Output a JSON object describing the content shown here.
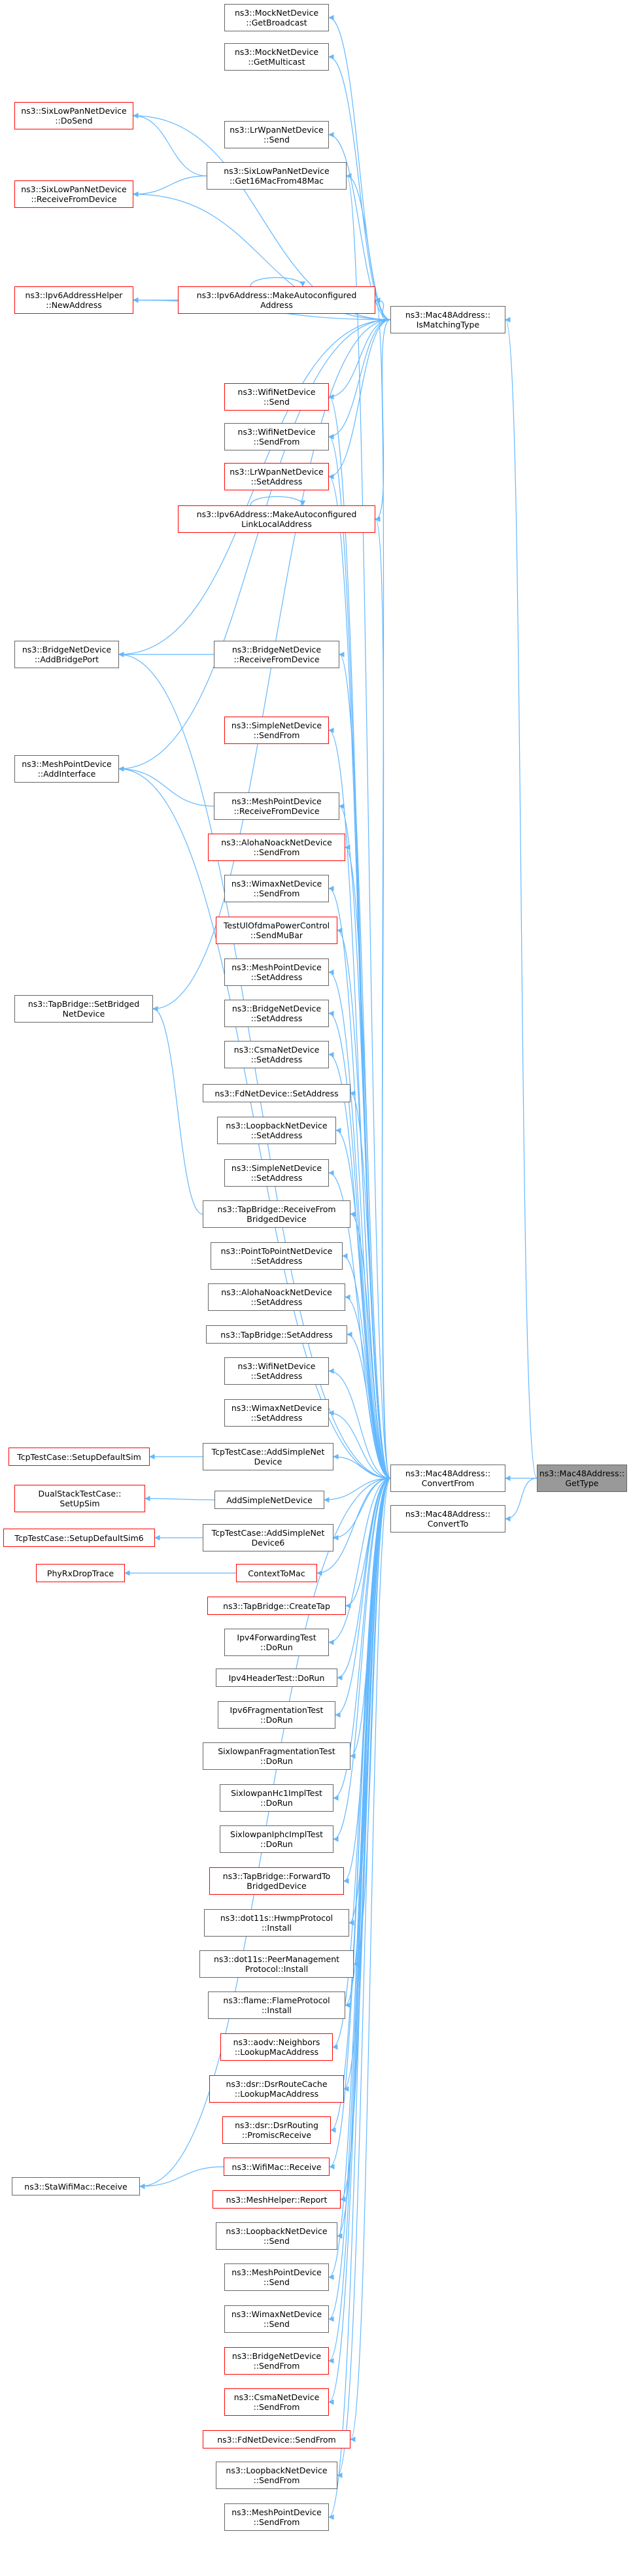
{
  "colors": {
    "edge": "#63b8ff",
    "border_default": "#666666",
    "border_incomplete": "#ff0000",
    "root_fill": "#999999"
  },
  "nodes": [
    {
      "id": "n_getbroadcast",
      "lines": [
        "ns3::MockNetDevice",
        "::GetBroadcast"
      ],
      "style": "normal"
    },
    {
      "id": "n_getmulticast",
      "lines": [
        "ns3::MockNetDevice",
        "::GetMulticast"
      ],
      "style": "normal"
    },
    {
      "id": "n_sixdosend",
      "lines": [
        "ns3::SixLowPanNetDevice",
        "::DoSend"
      ],
      "style": "red"
    },
    {
      "id": "n_lrwpansend",
      "lines": [
        "ns3::LrWpanNetDevice",
        "::Send"
      ],
      "style": "normal"
    },
    {
      "id": "n_get16mac",
      "lines": [
        "ns3::SixLowPanNetDevice",
        "::Get16MacFrom48Mac"
      ],
      "style": "normal"
    },
    {
      "id": "n_sixrecv",
      "lines": [
        "ns3::SixLowPanNetDevice",
        "::ReceiveFromDevice"
      ],
      "style": "red"
    },
    {
      "id": "n_newaddress",
      "lines": [
        "ns3::Ipv6AddressHelper",
        "::NewAddress"
      ],
      "style": "red"
    },
    {
      "id": "n_makeautoconf",
      "lines": [
        "ns3::Ipv6Address::MakeAutoconfigured",
        "Address"
      ],
      "style": "red"
    },
    {
      "id": "n_ismatching",
      "lines": [
        "ns3::Mac48Address::",
        "IsMatchingType"
      ],
      "style": "normal"
    },
    {
      "id": "n_wifisend",
      "lines": [
        "ns3::WifiNetDevice",
        "::Send"
      ],
      "style": "red"
    },
    {
      "id": "n_wifisendfrom",
      "lines": [
        "ns3::WifiNetDevice",
        "::SendFrom"
      ],
      "style": "normal"
    },
    {
      "id": "n_lrwpansetaddr",
      "lines": [
        "ns3::LrWpanNetDevice",
        "::SetAddress"
      ],
      "style": "red"
    },
    {
      "id": "n_makelinklocal",
      "lines": [
        "ns3::Ipv6Address::MakeAutoconfigured",
        "LinkLocalAddress"
      ],
      "style": "red"
    },
    {
      "id": "n_addbridgeport",
      "lines": [
        "ns3::BridgeNetDevice",
        "::AddBridgePort"
      ],
      "style": "normal"
    },
    {
      "id": "n_bridgerecv",
      "lines": [
        "ns3::BridgeNetDevice",
        "::ReceiveFromDevice"
      ],
      "style": "normal"
    },
    {
      "id": "n_simplesendfrom",
      "lines": [
        "ns3::SimpleNetDevice",
        "::SendFrom"
      ],
      "style": "red"
    },
    {
      "id": "n_meshaddif",
      "lines": [
        "ns3::MeshPointDevice",
        "::AddInterface"
      ],
      "style": "normal"
    },
    {
      "id": "n_meshrecv",
      "lines": [
        "ns3::MeshPointDevice",
        "::ReceiveFromDevice"
      ],
      "style": "normal"
    },
    {
      "id": "n_alohasendfrom",
      "lines": [
        "ns3::AlohaNoackNetDevice",
        "::SendFrom"
      ],
      "style": "red"
    },
    {
      "id": "n_wimaxsendfrom",
      "lines": [
        "ns3::WimaxNetDevice",
        "::SendFrom"
      ],
      "style": "normal"
    },
    {
      "id": "n_testulofdma",
      "lines": [
        "TestUlOfdmaPowerControl",
        "::SendMuBar"
      ],
      "style": "red"
    },
    {
      "id": "n_meshsetaddr",
      "lines": [
        "ns3::MeshPointDevice",
        "::SetAddress"
      ],
      "style": "normal"
    },
    {
      "id": "n_bridgesetaddr",
      "lines": [
        "ns3::BridgeNetDevice",
        "::SetAddress"
      ],
      "style": "normal"
    },
    {
      "id": "n_csmasetaddr",
      "lines": [
        "ns3::CsmaNetDevice",
        "::SetAddress"
      ],
      "style": "normal"
    },
    {
      "id": "n_tapsetbridged",
      "lines": [
        "ns3::TapBridge::SetBridged",
        "NetDevice"
      ],
      "style": "normal"
    },
    {
      "id": "n_fdsetaddr",
      "lines": [
        "ns3::FdNetDevice::SetAddress"
      ],
      "style": "normal"
    },
    {
      "id": "n_loopsetaddr",
      "lines": [
        "ns3::LoopbackNetDevice",
        "::SetAddress"
      ],
      "style": "normal"
    },
    {
      "id": "n_simplesetaddr",
      "lines": [
        "ns3::SimpleNetDevice",
        "::SetAddress"
      ],
      "style": "normal"
    },
    {
      "id": "n_taprecv",
      "lines": [
        "ns3::TapBridge::ReceiveFrom",
        "BridgedDevice"
      ],
      "style": "normal"
    },
    {
      "id": "n_p2psetaddr",
      "lines": [
        "ns3::PointToPointNetDevice",
        "::SetAddress"
      ],
      "style": "normal"
    },
    {
      "id": "n_alohasetaddr",
      "lines": [
        "ns3::AlohaNoackNetDevice",
        "::SetAddress"
      ],
      "style": "normal"
    },
    {
      "id": "n_tapsetaddr",
      "lines": [
        "ns3::TapBridge::SetAddress"
      ],
      "style": "normal"
    },
    {
      "id": "n_wifisetaddr",
      "lines": [
        "ns3::WifiNetDevice",
        "::SetAddress"
      ],
      "style": "normal"
    },
    {
      "id": "n_wimaxsetaddr",
      "lines": [
        "ns3::WimaxNetDevice",
        "::SetAddress"
      ],
      "style": "normal"
    },
    {
      "id": "n_tcsetupsim",
      "lines": [
        "TcpTestCase::SetupDefaultSim"
      ],
      "style": "red"
    },
    {
      "id": "n_tcaddsimple",
      "lines": [
        "TcpTestCase::AddSimpleNet",
        "Device"
      ],
      "style": "normal"
    },
    {
      "id": "n_convertfrom",
      "lines": [
        "ns3::Mac48Address::",
        "ConvertFrom"
      ],
      "style": "normal"
    },
    {
      "id": "n_gettype",
      "lines": [
        "ns3::Mac48Address::",
        "GetType"
      ],
      "style": "root"
    },
    {
      "id": "n_dualstack",
      "lines": [
        "DualStackTestCase::",
        "SetUpSim"
      ],
      "style": "red"
    },
    {
      "id": "n_addsimple",
      "lines": [
        "AddSimpleNetDevice"
      ],
      "style": "normal"
    },
    {
      "id": "n_convertto",
      "lines": [
        "ns3::Mac48Address::",
        "ConvertTo"
      ],
      "style": "normal"
    },
    {
      "id": "n_tcsetupsim6",
      "lines": [
        "TcpTestCase::SetupDefaultSim6"
      ],
      "style": "red"
    },
    {
      "id": "n_tcaddsimple6",
      "lines": [
        "TcpTestCase::AddSimpleNet",
        "Device6"
      ],
      "style": "normal"
    },
    {
      "id": "n_phyrx",
      "lines": [
        "PhyRxDropTrace"
      ],
      "style": "red"
    },
    {
      "id": "n_context2mac",
      "lines": [
        "ContextToMac"
      ],
      "style": "red"
    },
    {
      "id": "n_tapcreate",
      "lines": [
        "ns3::TapBridge::CreateTap"
      ],
      "style": "red"
    },
    {
      "id": "n_ipv4fwd",
      "lines": [
        "Ipv4ForwardingTest",
        "::DoRun"
      ],
      "style": "normal"
    },
    {
      "id": "n_ipv4hdr",
      "lines": [
        "Ipv4HeaderTest::DoRun"
      ],
      "style": "normal"
    },
    {
      "id": "n_ipv6frag",
      "lines": [
        "Ipv6FragmentationTest",
        "::DoRun"
      ],
      "style": "normal"
    },
    {
      "id": "n_sixfrag",
      "lines": [
        "SixlowpanFragmentationTest",
        "::DoRun"
      ],
      "style": "normal"
    },
    {
      "id": "n_sixhc1",
      "lines": [
        "SixlowpanHc1ImplTest",
        "::DoRun"
      ],
      "style": "normal"
    },
    {
      "id": "n_sixiphc",
      "lines": [
        "SixlowpanIphcImplTest",
        "::DoRun"
      ],
      "style": "normal"
    },
    {
      "id": "n_tapfwd",
      "lines": [
        "ns3::TapBridge::ForwardTo",
        "BridgedDevice"
      ],
      "style": "red"
    },
    {
      "id": "n_hwmp",
      "lines": [
        "ns3::dot11s::HwmpProtocol",
        "::Install"
      ],
      "style": "normal"
    },
    {
      "id": "n_peermgmt",
      "lines": [
        "ns3::dot11s::PeerManagement",
        "Protocol::Install"
      ],
      "style": "normal"
    },
    {
      "id": "n_flame",
      "lines": [
        "ns3::flame::FlameProtocol",
        "::Install"
      ],
      "style": "normal"
    },
    {
      "id": "n_aodv",
      "lines": [
        "ns3::aodv::Neighbors",
        "::LookupMacAddress"
      ],
      "style": "red"
    },
    {
      "id": "n_dsrcache",
      "lines": [
        "ns3::dsr::DsrRouteCache",
        "::LookupMacAddress"
      ],
      "style": "red"
    },
    {
      "id": "n_dsrpromisc",
      "lines": [
        "ns3::dsr::DsrRouting",
        "::PromiscReceive"
      ],
      "style": "red"
    },
    {
      "id": "n_stawifi",
      "lines": [
        "ns3::StaWifiMac::Receive"
      ],
      "style": "normal"
    },
    {
      "id": "n_wifimacrecv",
      "lines": [
        "ns3::WifiMac::Receive"
      ],
      "style": "red"
    },
    {
      "id": "n_meshreport",
      "lines": [
        "ns3::MeshHelper::Report"
      ],
      "style": "red"
    },
    {
      "id": "n_loopsend",
      "lines": [
        "ns3::LoopbackNetDevice",
        "::Send"
      ],
      "style": "normal"
    },
    {
      "id": "n_meshsend",
      "lines": [
        "ns3::MeshPointDevice",
        "::Send"
      ],
      "style": "normal"
    },
    {
      "id": "n_wimaxsend",
      "lines": [
        "ns3::WimaxNetDevice",
        "::Send"
      ],
      "style": "normal"
    },
    {
      "id": "n_bridgesendfrom",
      "lines": [
        "ns3::BridgeNetDevice",
        "::SendFrom"
      ],
      "style": "red"
    },
    {
      "id": "n_csmasendfrom",
      "lines": [
        "ns3::CsmaNetDevice",
        "::SendFrom"
      ],
      "style": "red"
    },
    {
      "id": "n_fdsendfrom",
      "lines": [
        "ns3::FdNetDevice::SendFrom"
      ],
      "style": "red"
    },
    {
      "id": "n_loopsendfrom",
      "lines": [
        "ns3::LoopbackNetDevice",
        "::SendFrom"
      ],
      "style": "normal"
    },
    {
      "id": "n_meshsendfrom",
      "lines": [
        "ns3::MeshPointDevice",
        "::SendFrom"
      ],
      "style": "normal"
    }
  ]
}
